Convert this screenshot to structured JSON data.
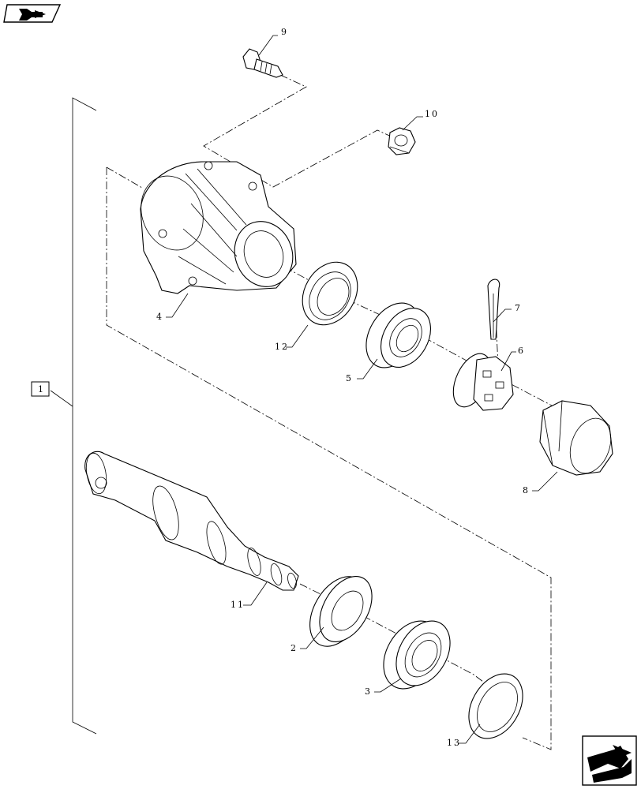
{
  "nav": {
    "top_left_icon": "previous-page-arrow-icon",
    "bottom_right_icon": "next-page-arrow-icon"
  },
  "callouts": {
    "assembly": "1",
    "spacer_2": "2",
    "bearing_3": "3",
    "hub_4": "4",
    "bearing_5": "5",
    "nut_6": "6",
    "cotter_pin_7": "7",
    "cap_8": "8",
    "bolt_9": "9",
    "nut_10": "10",
    "spindle_11": "11",
    "seal_12": "12",
    "seal_13": "13"
  }
}
